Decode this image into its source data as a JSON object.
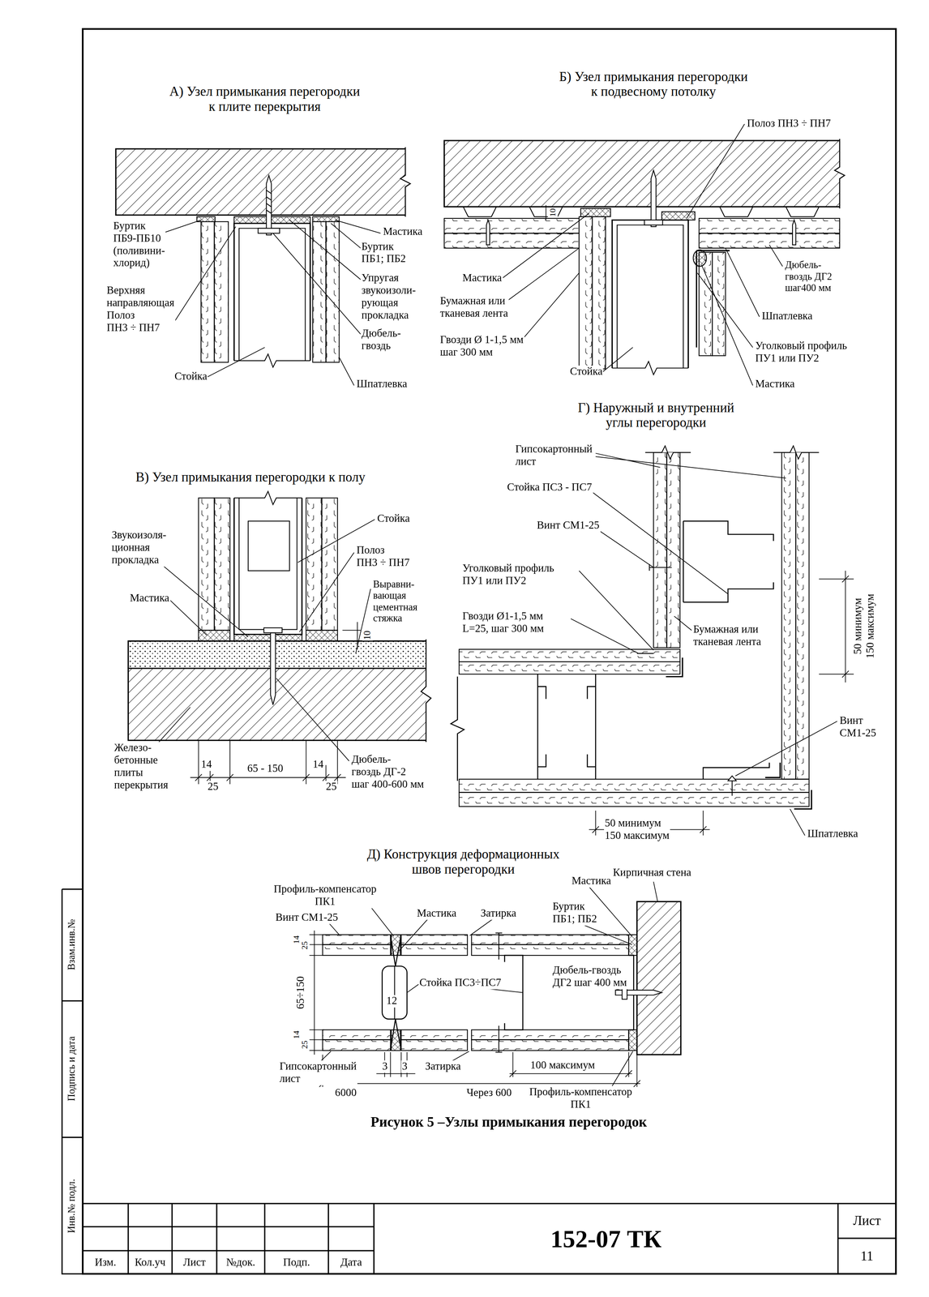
{
  "diagram": {
    "caption": "Рисунок 5 –Узлы примыкания перегородок",
    "nodes": [
      {
        "text": [
          "Изм."
        ]
      },
      {
        "text": [
          "Кол.уч"
        ]
      },
      {
        "text": [
          "Лист"
        ]
      },
      {
        "text": [
          "№док."
        ]
      },
      {
        "text": [
          "Подп."
        ]
      },
      {
        "text": [
          "Дата"
        ]
      },
      {
        "text": [
          "152-07 ТК"
        ]
      },
      {
        "text": [
          "Лист"
        ]
      },
      {
        "text": [
          "11"
        ]
      }
    ],
    "labels": [
      "А) Узел примыкания перегородки к плите перекрытия",
      "Буртик ПБ9-ПБ10 (поливини- хлорид)",
      "Верхняя направляющая Полоз ПН3 ÷ ПН7",
      "Стойка",
      "Мастика",
      "Буртик ПБ1; ПБ2",
      "Упругая звукоизоли- рующая прокладка",
      "Дюбель- гвоздь",
      "Шпатлевка",
      "Б) Узел примыкания перегородки к подвесному потолку",
      "Полоз ПН3 ÷ ПН7",
      "10",
      "Мастика",
      "Бумажная или тканевая лента",
      "Гвозди Ø 1-1,5 мм шаг 300 мм",
      "Стойка",
      "Дюбель- гвоздь ДГ2 шаг400 мм",
      "Шпатлевка",
      "Уголковый профиль ПУ1 или ПУ2",
      "Мастика",
      "В) Узел примыкания перегородки к полу",
      "Звукоизоля- ционная прокладка",
      "Мастика",
      "Стойка",
      "Полоз ПН3 ÷ ПН7",
      "Выравни- вающая цементная стяжка",
      "10",
      "Железо- бетонные плиты перекрытия",
      "14",
      "25",
      "65 - 150",
      "14",
      "25",
      "Дюбель- гвоздь ДГ-2 шаг 400-600 мм",
      "Г) Наружный и внутренний углы перегородки",
      "Гипсокартонный лист",
      "Стойка ПС3 - ПС7",
      "Винт СМ1-25",
      "Уголковый профиль ПУ1 или ПУ2",
      "Гвозди Ø1-1,5 мм L=25, шаг 300 мм",
      "Бумажная или тканевая лента",
      "50 минимум 150 максимум",
      "Винт СМ1-25",
      "50 минимум 150 максимум",
      "Шпатлевка",
      "Д) Конструкция деформационных швов перегородки",
      "Профиль-компенсатор ПК1",
      "Винт СМ1-25",
      "Мастика",
      "Затирка",
      "Мастика",
      "Кирпичная стена",
      "Буртик ПБ1; ПБ2",
      "14",
      "25",
      "65÷150",
      "14",
      "25",
      "12",
      "Стойка ПС3÷ПС7",
      "Дюбель-гвоздь ДГ2 шаг 400 мм",
      "Гипсокартонный лист",
      "3",
      "3",
      "Затирка",
      "100 максимум",
      "Профиль-компенсатор ПК1",
      "6000",
      "Через 600",
      "Взам.инв.№",
      "Подпись и дата",
      "Инв.№ подл."
    ]
  }
}
